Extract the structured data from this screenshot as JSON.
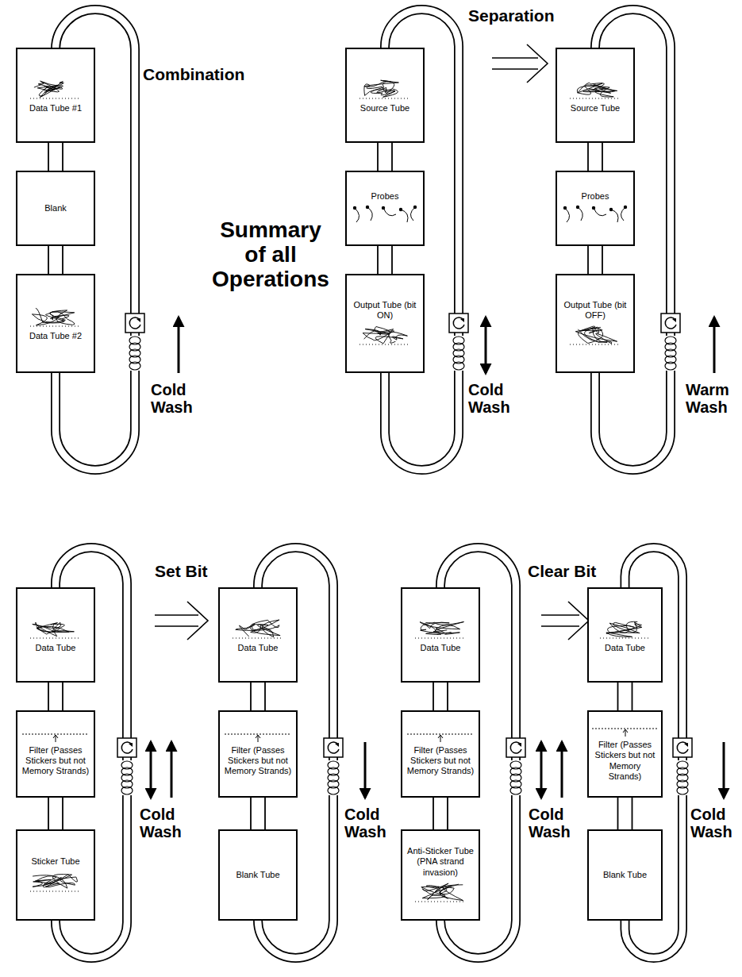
{
  "diagram": {
    "title": "Summary of all Operations",
    "nodes": [
      {
        "text": [
          "Data Tube #1"
        ]
      },
      {
        "text": [
          "Blank"
        ]
      },
      {
        "text": [
          "Data Tube #2"
        ]
      },
      {
        "text": [
          "Source Tube"
        ]
      },
      {
        "text": [
          "Probes"
        ]
      },
      {
        "text": [
          "Output Tube (bit ON)"
        ]
      },
      {
        "text": [
          "Source Tube"
        ]
      },
      {
        "text": [
          "Probes"
        ]
      },
      {
        "text": [
          "Output Tube (bit OFF)"
        ]
      },
      {
        "text": [
          "Data Tube"
        ]
      },
      {
        "text": [
          "Filter (Passes Stickers but not Memory Strands)"
        ]
      },
      {
        "text": [
          "Sticker Tube"
        ]
      },
      {
        "text": [
          "Data Tube"
        ]
      },
      {
        "text": [
          "Filter (Passes Stickers but not Memory Strands)"
        ]
      },
      {
        "text": [
          "Blank Tube"
        ]
      },
      {
        "text": [
          "Data Tube"
        ]
      },
      {
        "text": [
          "Filter (Passes Stickers but not Memory Strands)"
        ]
      },
      {
        "text": [
          "Anti-Sticker Tube (PNA strand invasion)"
        ]
      },
      {
        "text": [
          "Data Tube"
        ]
      },
      {
        "text": [
          "Filter (Passes Stickers but not Memory Strands)"
        ]
      },
      {
        "text": [
          "Blank Tube"
        ]
      }
    ],
    "edges": [
      {
        "from": 0,
        "to": 1,
        "arrow": "none"
      },
      {
        "from": 1,
        "to": 2,
        "arrow": "none"
      },
      {
        "from": 3,
        "to": 4,
        "arrow": "none"
      },
      {
        "from": 4,
        "to": 5,
        "arrow": "none"
      },
      {
        "from": 6,
        "to": 7,
        "arrow": "none"
      },
      {
        "from": 7,
        "to": 8,
        "arrow": "none"
      },
      {
        "from": 9,
        "to": 10,
        "arrow": "none"
      },
      {
        "from": 10,
        "to": 11,
        "arrow": "none"
      },
      {
        "from": 12,
        "to": 13,
        "arrow": "none"
      },
      {
        "from": 13,
        "to": 14,
        "arrow": "none"
      },
      {
        "from": 15,
        "to": 16,
        "arrow": "none"
      },
      {
        "from": 16,
        "to": 17,
        "arrow": "none"
      },
      {
        "from": 18,
        "to": 19,
        "arrow": "none"
      },
      {
        "from": 19,
        "to": 20,
        "arrow": "none"
      }
    ],
    "labels": [
      "Combination",
      "Cold Wash",
      "Separation",
      "Cold Wash",
      "Warm Wash",
      "Set Bit",
      "Cold Wash",
      "Cold Wash",
      "Clear Bit",
      "Cold Wash",
      "Cold Wash"
    ]
  }
}
